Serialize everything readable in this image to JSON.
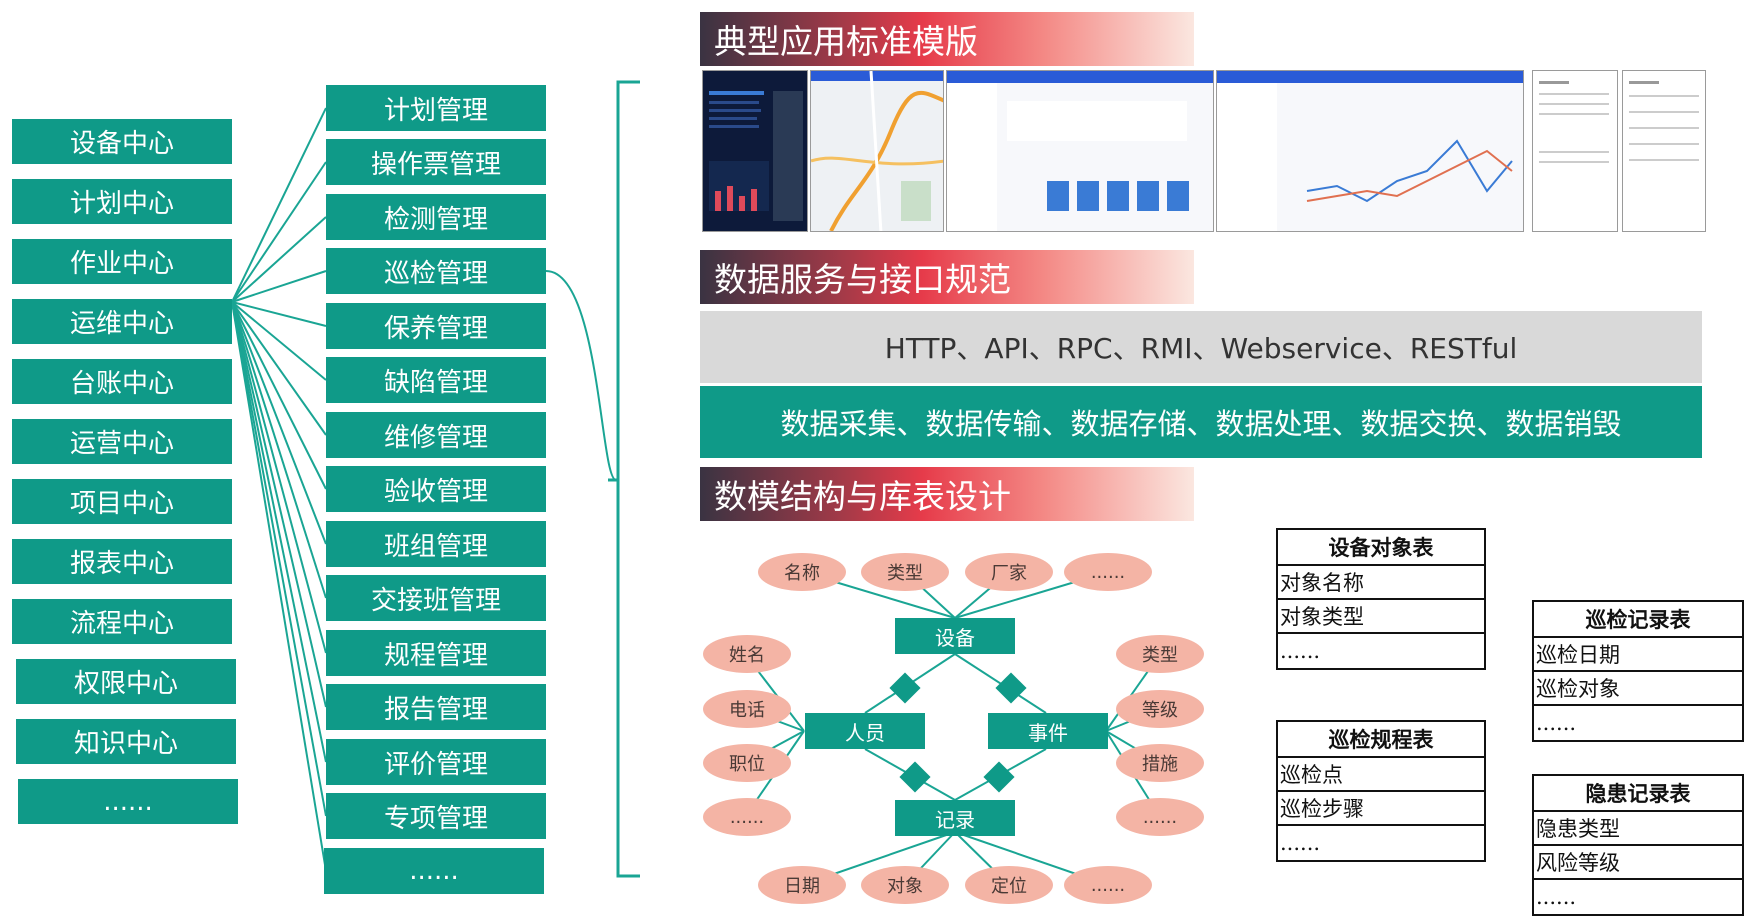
{
  "left_centers": [
    "设备中心",
    "计划中心",
    "作业中心",
    "运维中心",
    "台账中心",
    "运营中心",
    "项目中心",
    "报表中心",
    "流程中心",
    "权限中心",
    "知识中心",
    "......"
  ],
  "management_items": [
    "计划管理",
    "操作票管理",
    "检测管理",
    "巡检管理",
    "保养管理",
    "缺陷管理",
    "维修管理",
    "验收管理",
    "班组管理",
    "交接班管理",
    "规程管理",
    "报告管理",
    "评价管理",
    "专项管理",
    "......"
  ],
  "section1": {
    "title": "典型应用标准模版"
  },
  "section2": {
    "title": "数据服务与接口规范",
    "protocols": "HTTP、API、RPC、RMI、Webservice、RESTful",
    "data_ops": "数据采集、数据传输、数据存储、数据处理、数据交换、数据销毁"
  },
  "section3": {
    "title": "数模结构与库表设计",
    "er": {
      "entities": {
        "device": "设备",
        "person": "人员",
        "event": "事件",
        "record": "记录"
      },
      "device_attrs": [
        "名称",
        "类型",
        "厂家",
        "......"
      ],
      "person_attrs": [
        "姓名",
        "电话",
        "职位",
        "......"
      ],
      "event_attrs": [
        "类型",
        "等级",
        "措施",
        "......"
      ],
      "record_attrs": [
        "日期",
        "对象",
        "定位",
        "......"
      ]
    },
    "tables": [
      {
        "title": "设备对象表",
        "rows": [
          "对象名称",
          "对象类型",
          "......"
        ]
      },
      {
        "title": "巡检规程表",
        "rows": [
          "巡检点",
          "巡检步骤",
          "......"
        ]
      },
      {
        "title": "巡检记录表",
        "rows": [
          "巡检日期",
          "巡检对象",
          "......"
        ]
      },
      {
        "title": "隐患记录表",
        "rows": [
          "隐患类型",
          "风险等级",
          "......"
        ]
      }
    ]
  },
  "colors": {
    "teal": "#0f9a88",
    "attr_pink": "#f4b4a5",
    "protocol_gray": "#d9d9d9"
  }
}
